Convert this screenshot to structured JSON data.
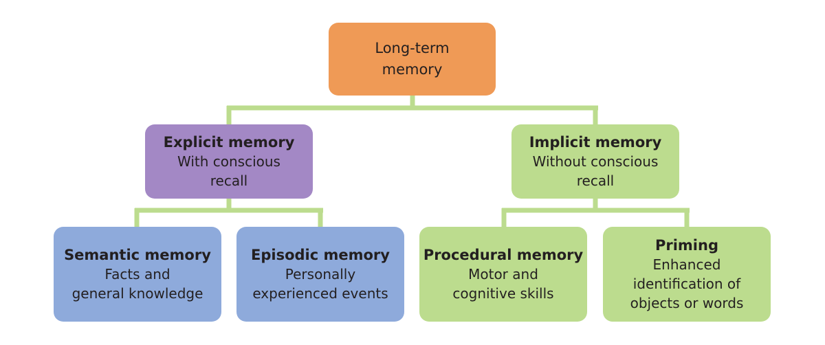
{
  "diagram": {
    "root": {
      "lines": [
        "Long-term",
        "memory"
      ]
    },
    "explicit": {
      "title": "Explicit memory",
      "lines": [
        "With conscious",
        "recall"
      ]
    },
    "implicit": {
      "title": "Implicit memory",
      "lines": [
        "Without conscious",
        "recall"
      ]
    },
    "semantic": {
      "title": "Semantic memory",
      "lines": [
        "Facts and",
        "general knowledge"
      ]
    },
    "episodic": {
      "title": "Episodic memory",
      "lines": [
        "Personally",
        "experienced events"
      ]
    },
    "procedural": {
      "title": "Procedural memory",
      "lines": [
        "Motor and",
        "cognitive skills"
      ]
    },
    "priming": {
      "title": "Priming",
      "lines": [
        "Enhanced",
        "identification of",
        "objects or words"
      ]
    }
  },
  "colors": {
    "root": "#ef9a56",
    "explicit": "#a388c5",
    "explicit_children": "#8eaadb",
    "implicit": "#bcdc8e",
    "connector": "#bcdc8e"
  }
}
